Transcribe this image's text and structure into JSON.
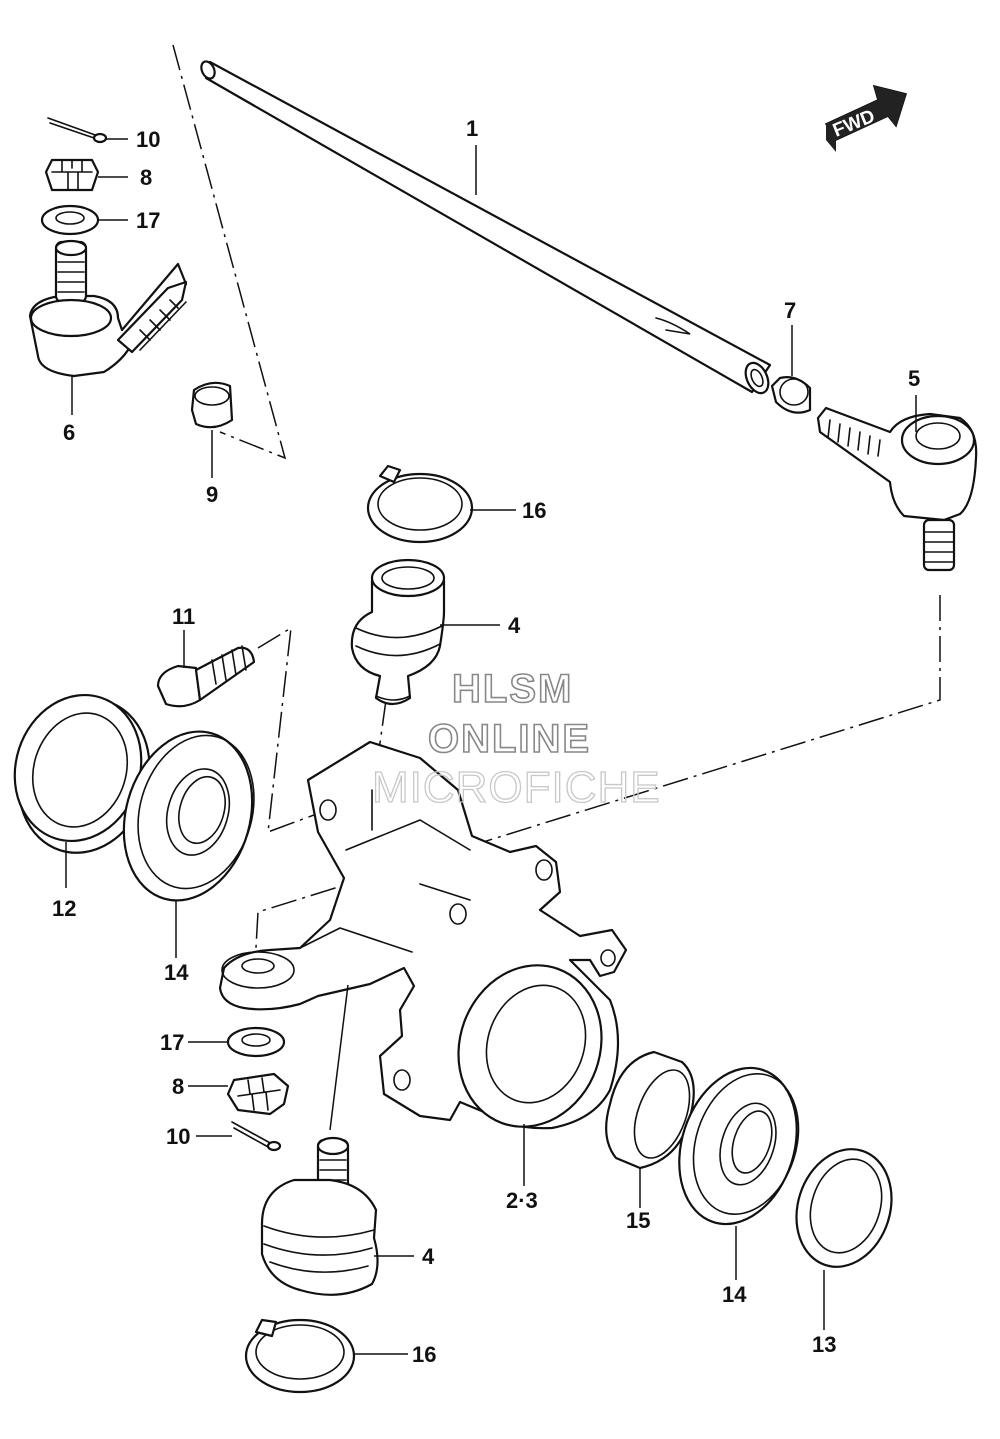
{
  "watermark": {
    "line1": "HLSM",
    "line2": "ONLINE",
    "line3": "MICROFICHE"
  },
  "direction_badge": {
    "text": "FWD",
    "icon": "forward-arrow-icon"
  },
  "callouts": {
    "c1": "1",
    "c2_3": "2·3",
    "c4_upper": "4",
    "c4_lower": "4",
    "c5": "5",
    "c6": "6",
    "c7": "7",
    "c8_upper": "8",
    "c8_lower": "8",
    "c9": "9",
    "c10_upper": "10",
    "c10_lower": "10",
    "c11": "11",
    "c12": "12",
    "c13": "13",
    "c14_left": "14",
    "c14_right": "14",
    "c15": "15",
    "c16_upper": "16",
    "c16_lower": "16",
    "c17_upper": "17",
    "c17_lower": "17"
  }
}
